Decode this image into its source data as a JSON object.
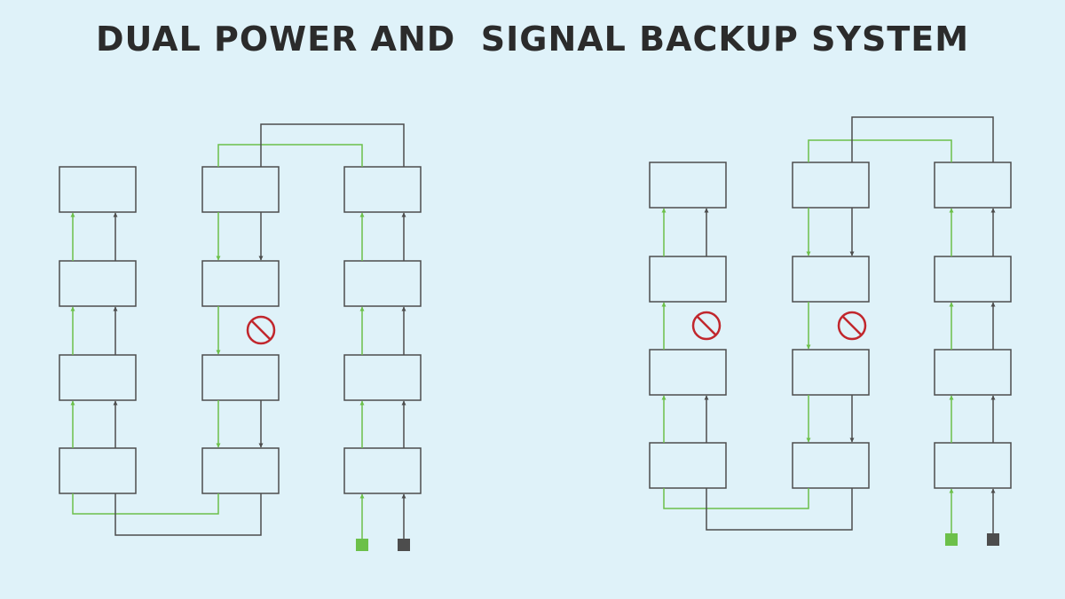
{
  "title": "DUAL POWER AND  SIGNAL BACKUP SYSTEM",
  "colors": {
    "background": "#dff2f9",
    "box_stroke": "#4d4d4d",
    "signal_line": "#6cc04a",
    "power_line": "#4d4d4d",
    "fault": "#c1272d"
  },
  "legend_sources": [
    "green-square-source",
    "gray-square-source"
  ],
  "fault_icon": "prohibited-icon"
}
